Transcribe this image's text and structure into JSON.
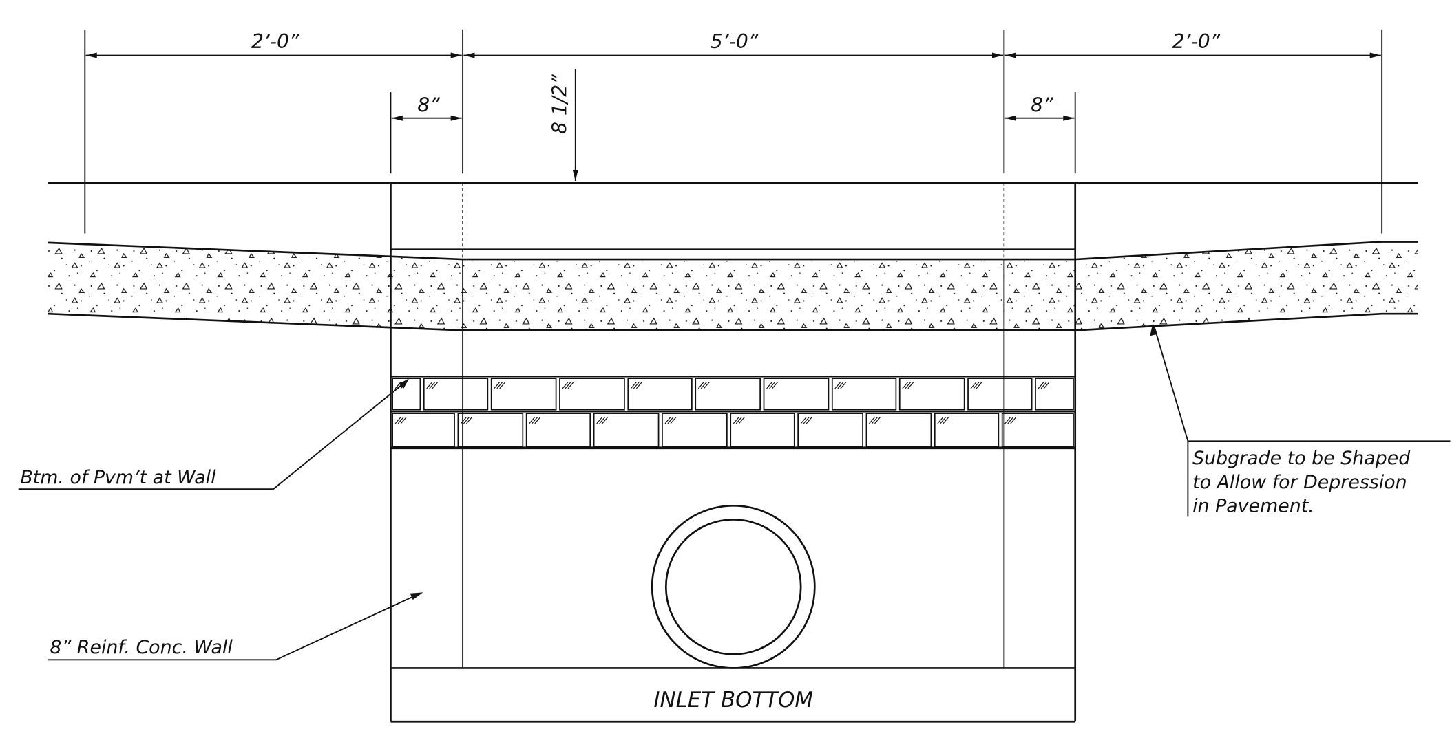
{
  "dimensions": {
    "left_span": "2’-0”",
    "center_span": "5’-0”",
    "right_span": "2’-0”",
    "left_wall": "8”",
    "right_wall": "8”",
    "depression": "8 1/2”"
  },
  "labels": {
    "pavement_bottom": "Btm. of Pvm’t at Wall",
    "wall": "8” Reinf. Conc. Wall",
    "subgrade_line1": "Subgrade to be Shaped",
    "subgrade_line2": "to Allow for Depression",
    "subgrade_line3": "in Pavement.",
    "inlet_bottom": "INLET BOTTOM"
  }
}
